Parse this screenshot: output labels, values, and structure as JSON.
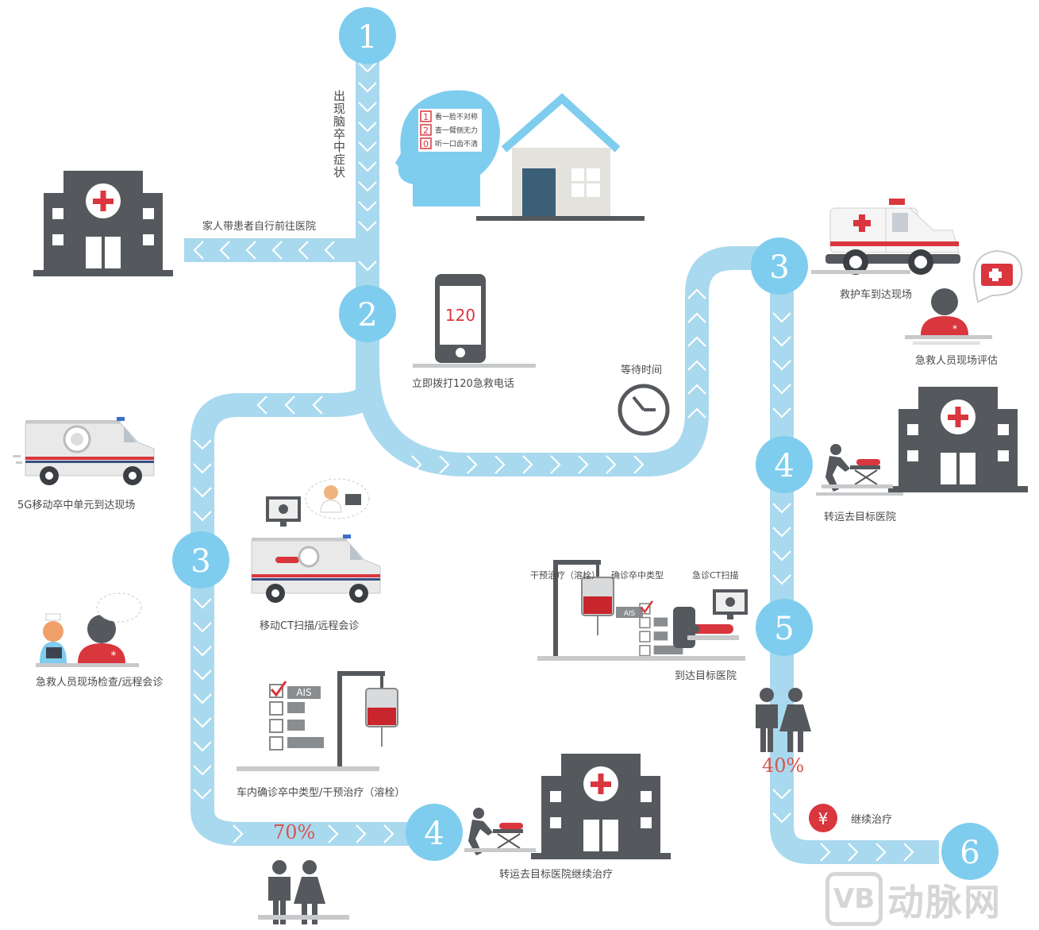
{
  "colors": {
    "road": "#a9d9ee",
    "chevron": "#ffffff",
    "step": "#7fcdee",
    "dark": "#55585c",
    "red": "#d9363e",
    "grey": "#c7c9cb"
  },
  "steps": {
    "s1": "1",
    "s2": "2",
    "s3r": "3",
    "s4r": "4",
    "s5r": "5",
    "s6": "6",
    "s3l": "3",
    "s4l": "4"
  },
  "labels": {
    "symptom": "出现脑卒中症状",
    "family": "家人带患者自行前往医院",
    "call": "立即拨打120急救电话",
    "wait": "等待时间",
    "ambulance": "救护车到达现场",
    "assess": "急救人员现场评估",
    "transfer": "转运去目标医院",
    "arrive": "到达目标医院",
    "thrombolysis": "干预治疗（溶栓）",
    "confirm": "确诊卒中类型",
    "ct_emergency": "急诊CT扫描",
    "continue": "继续治疗",
    "mobile_unit": "5G移动卒中单元到达现场",
    "mobile_ct": "移动CT扫描/远程会诊",
    "onsite": "急救人员现场检查/远程会诊",
    "in_car": "车内确诊卒中类型/干预治疗（溶栓）",
    "transfer_continue": "转运去目标医院继续治疗"
  },
  "stroke_checklist": [
    {
      "n": "1",
      "t": "看一脸不对称"
    },
    {
      "n": "2",
      "t": "查一臂侧无力"
    },
    {
      "n": "0",
      "t": "听一口齿不清"
    }
  ],
  "phone_number": "120",
  "ais": "AIS",
  "percents": {
    "right": "40%",
    "left": "70%"
  },
  "yen": "¥",
  "watermark": {
    "logo": "VB",
    "text": "动脉网"
  },
  "icons": [
    "hospital-icon",
    "house-icon",
    "head-icon",
    "phone-icon",
    "clock-icon",
    "ambulance-icon",
    "doctor-icon",
    "stretcher-icon",
    "couple-icon",
    "mobile-ct-van-icon",
    "nurse-icon",
    "ais-checklist-icon",
    "iv-drip-icon",
    "ct-scanner-icon",
    "yen-icon",
    "cloud-icon"
  ]
}
